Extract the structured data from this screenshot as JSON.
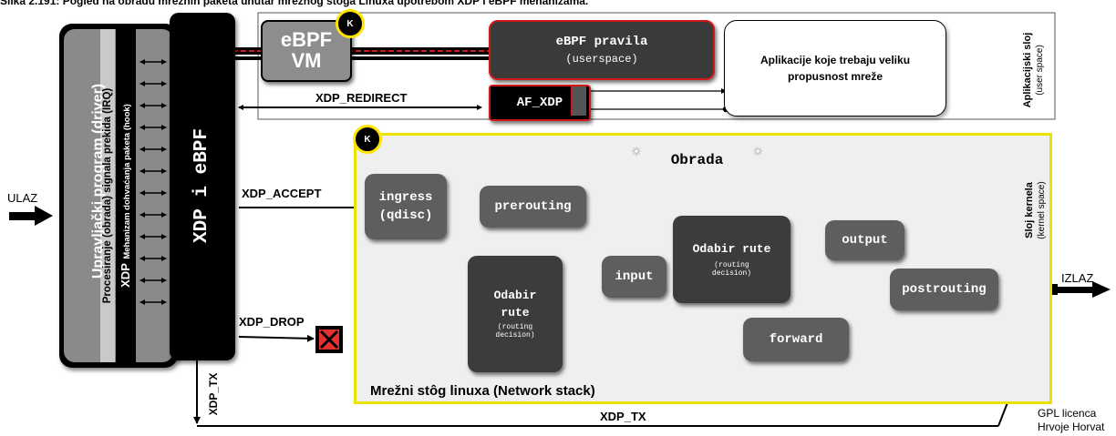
{
  "caption": "Slika 2.191: Pogled na obradu mrežnih paketa unutar mrežnog stoga Linuxa upotrebom XDP i eBPF mehanizama.",
  "labels": {
    "ulaz": "ULAZ",
    "izlaz": "IZLAZ",
    "driver": "Upravljački program (driver)",
    "irq": "Procesiranje (obrada) signala prekida (IRQ)",
    "xdp_hook_prefix": "XDP",
    "xdp_hook": "Mehanizam dohvaćanja paketa (hook)",
    "xdp_ebpf": "XDP i eBPF",
    "ebpf_vm_line1": "eBPF",
    "ebpf_vm_line2": "VM",
    "ebpf_rules_line1": "eBPF pravila",
    "ebpf_rules_line2": "(userspace)",
    "af_xdp": "AF_XDP",
    "apps_line1": "Aplikacije koje trebaju veliku",
    "apps_line2": "propusnost mreže",
    "app_layer": "Aplikacijski sloj",
    "app_layer_sub": "(user space)",
    "kernel_layer": "Sloj kernela",
    "kernel_layer_sub": "(kernel space)",
    "xdp_redirect": "XDP_REDIRECT",
    "xdp_accept": "XDP_ACCEPT",
    "xdp_drop": "XDP_DROP",
    "xdp_tx": "XDP_TX",
    "xdp_tx_vertical": "XDP_TX",
    "k_badge": "K",
    "net_stack": "Mrežni stôg linuxa (Network stack)",
    "ingress_line1": "ingress",
    "ingress_line2": "(qdisc)",
    "prerouting": "prerouting",
    "obrada": "Obrada",
    "input": "input",
    "route1_line1": "Odabir",
    "route1_line2": "rute",
    "route1_sub1": "(routing",
    "route1_sub2": "decision)",
    "route2_line1": "Odabir rute",
    "route2_sub1": "(routing",
    "route2_sub2": "decision)",
    "output": "output",
    "postrouting": "postrouting",
    "forward": "forward",
    "license_line1": "GPL licenca",
    "license_line2": "Hrvoje Horvat"
  },
  "colors": {
    "panel_border": "#e8e400",
    "panel_bg": "#efefef",
    "redirect_red": "#d01818",
    "node_mid": "#5e5e5e",
    "node_dark": "#3c3c3c"
  }
}
